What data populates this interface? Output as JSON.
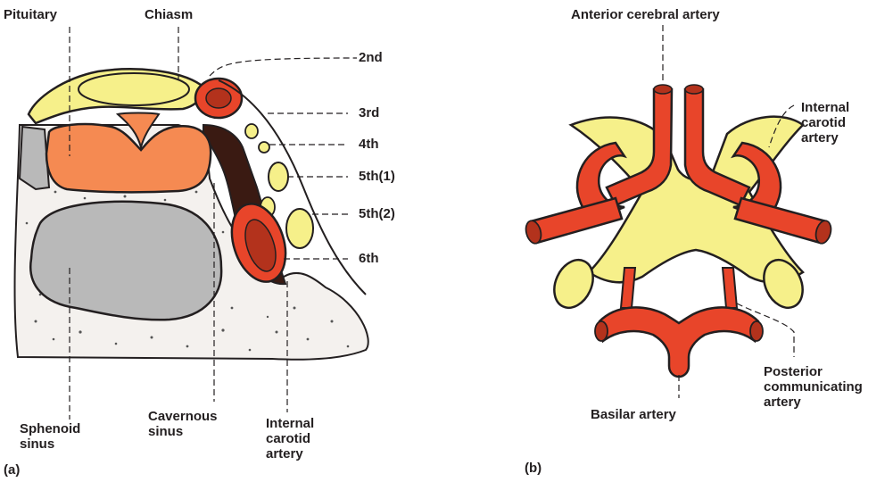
{
  "panel_a": {
    "panel_label": "(a)",
    "labels": {
      "pituitary": "Pituitary",
      "chiasm": "Chiasm",
      "nerve_2nd": "2nd",
      "nerve_3rd": "3rd",
      "nerve_4th": "4th",
      "nerve_5th_1": "5th(1)",
      "nerve_5th_2": "5th(2)",
      "nerve_6th": "6th",
      "sphenoid_sinus": "Sphenoid\nsinus",
      "cavernous_sinus": "Cavernous\nsinus",
      "internal_carotid_artery": "Internal\ncarotid\nartery"
    }
  },
  "panel_b": {
    "panel_label": "(b)",
    "labels": {
      "anterior_cerebral_artery": "Anterior cerebral artery",
      "internal_carotid_artery": "Internal\ncarotid\nartery",
      "posterior_communicating_artery": "Posterior\ncommunicating\nartery",
      "basilar_artery": "Basilar artery"
    }
  },
  "colors": {
    "artery_red": "#e8452a",
    "nerve_yellow": "#f6f08a",
    "pituitary_orange": "#f58a52",
    "sinus_gray": "#b9b9b9",
    "dark_outline": "#231f20",
    "cavernous_dark": "#3a1a12"
  }
}
